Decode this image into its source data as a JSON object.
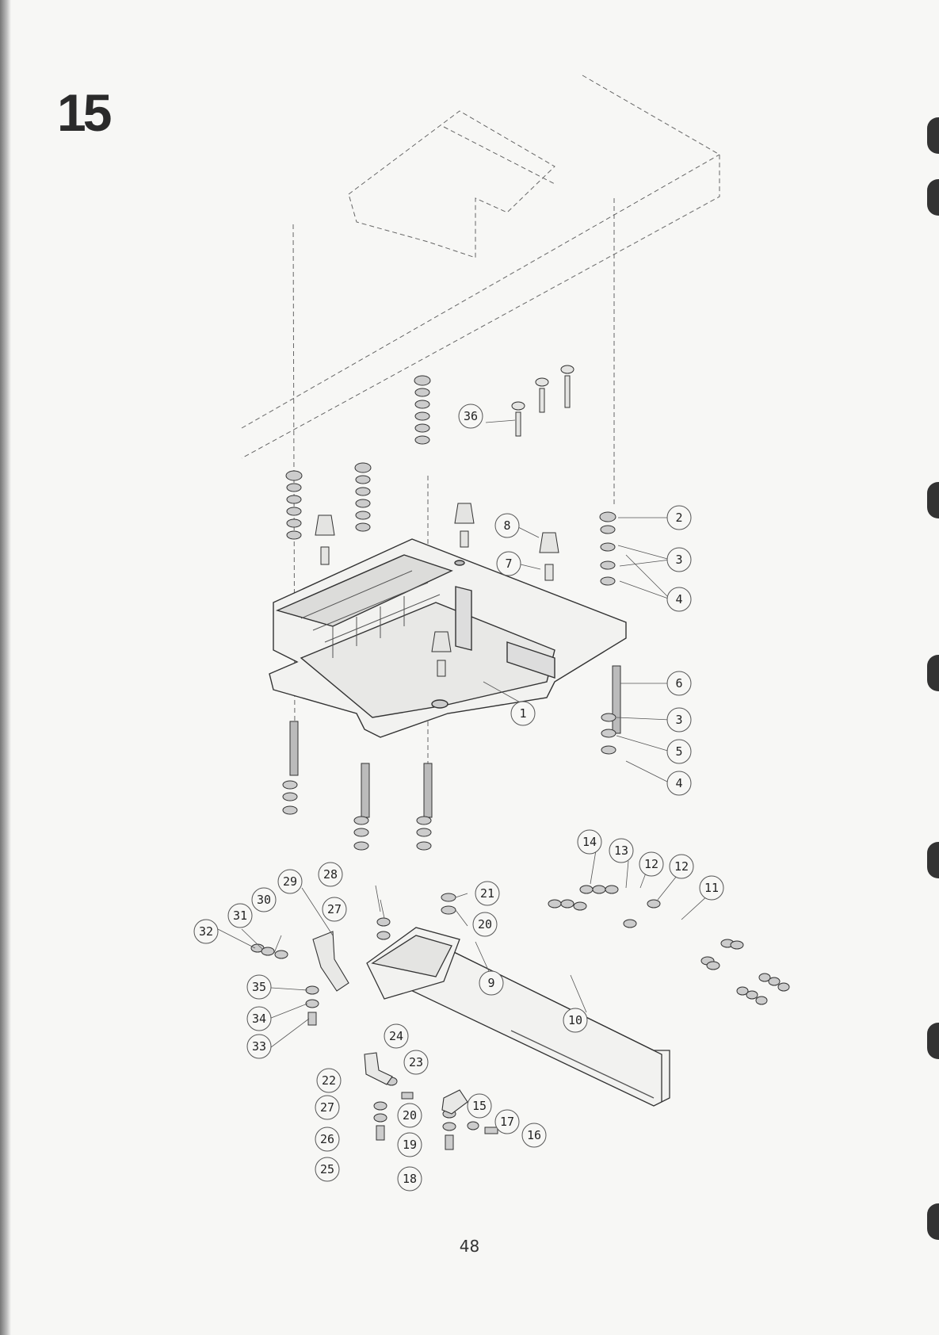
{
  "section_number": "15",
  "page_number": "48",
  "callouts": [
    {
      "id": "c1",
      "label": "1"
    },
    {
      "id": "c2",
      "label": "2"
    },
    {
      "id": "c3a",
      "label": "3"
    },
    {
      "id": "c4a",
      "label": "4"
    },
    {
      "id": "c6",
      "label": "6"
    },
    {
      "id": "c3b",
      "label": "3"
    },
    {
      "id": "c5",
      "label": "5"
    },
    {
      "id": "c4b",
      "label": "4"
    },
    {
      "id": "c7",
      "label": "7"
    },
    {
      "id": "c8",
      "label": "8"
    },
    {
      "id": "c9",
      "label": "9"
    },
    {
      "id": "c10",
      "label": "10"
    },
    {
      "id": "c11",
      "label": "11"
    },
    {
      "id": "c12a",
      "label": "12"
    },
    {
      "id": "c12b",
      "label": "12"
    },
    {
      "id": "c13",
      "label": "13"
    },
    {
      "id": "c14",
      "label": "14"
    },
    {
      "id": "c15",
      "label": "15"
    },
    {
      "id": "c16",
      "label": "16"
    },
    {
      "id": "c17",
      "label": "17"
    },
    {
      "id": "c18",
      "label": "18"
    },
    {
      "id": "c19",
      "label": "19"
    },
    {
      "id": "c20a",
      "label": "20"
    },
    {
      "id": "c20b",
      "label": "20"
    },
    {
      "id": "c21",
      "label": "21"
    },
    {
      "id": "c22",
      "label": "22"
    },
    {
      "id": "c23",
      "label": "23"
    },
    {
      "id": "c24",
      "label": "24"
    },
    {
      "id": "c25",
      "label": "25"
    },
    {
      "id": "c26",
      "label": "26"
    },
    {
      "id": "c27a",
      "label": "27"
    },
    {
      "id": "c27b",
      "label": "27"
    },
    {
      "id": "c28",
      "label": "28"
    },
    {
      "id": "c29",
      "label": "29"
    },
    {
      "id": "c30",
      "label": "30"
    },
    {
      "id": "c31",
      "label": "31"
    },
    {
      "id": "c32",
      "label": "32"
    },
    {
      "id": "c33",
      "label": "33"
    },
    {
      "id": "c34",
      "label": "34"
    },
    {
      "id": "c35",
      "label": "35"
    },
    {
      "id": "c36",
      "label": "36"
    }
  ]
}
